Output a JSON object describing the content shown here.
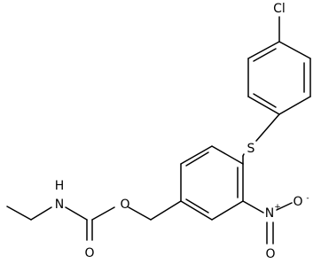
{
  "molecule": {
    "atoms": {
      "chlorine": "Cl",
      "sulfur": "S",
      "nitro_nitrogen": "N",
      "nitro_charge": "+",
      "nitro_oxygen_single": "O",
      "nitro_oxygen_single_charge": "-",
      "nitro_oxygen_double": "O",
      "ester_oxygen": "O",
      "carbonyl_oxygen": "O",
      "amide_nitrogen": "N",
      "amide_hydrogen": "H"
    }
  }
}
